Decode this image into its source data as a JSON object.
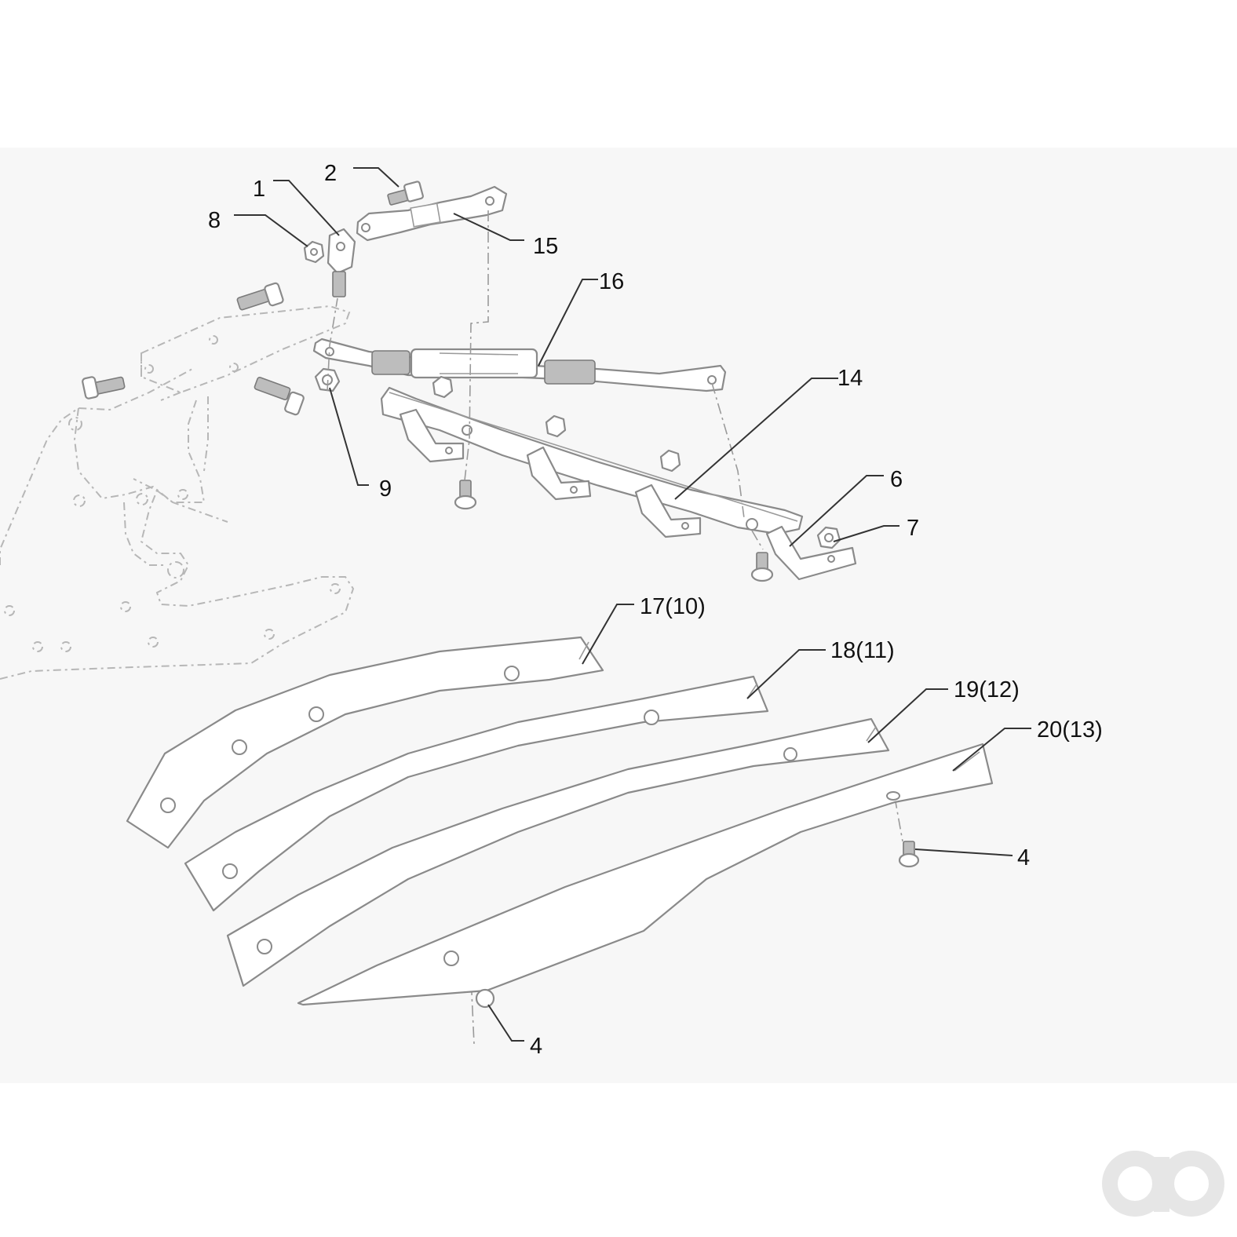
{
  "diagram": {
    "callouts": [
      {
        "id": "c1",
        "label": "1"
      },
      {
        "id": "c2",
        "label": "2"
      },
      {
        "id": "c8",
        "label": "8"
      },
      {
        "id": "c15",
        "label": "15"
      },
      {
        "id": "c16",
        "label": "16"
      },
      {
        "id": "c14",
        "label": "14"
      },
      {
        "id": "c9",
        "label": "9"
      },
      {
        "id": "c6",
        "label": "6"
      },
      {
        "id": "c7",
        "label": "7"
      },
      {
        "id": "c17",
        "label": "17(10)"
      },
      {
        "id": "c18",
        "label": "18(11)"
      },
      {
        "id": "c19",
        "label": "19(12)"
      },
      {
        "id": "c20",
        "label": "20(13)"
      },
      {
        "id": "c4a",
        "label": "4"
      },
      {
        "id": "c4b",
        "label": "4"
      }
    ],
    "colors": {
      "background": "#ffffff",
      "panel": "#f7f7f7",
      "line": "#8a8a8a",
      "label": "#111111",
      "logo": "#e6e6e6"
    }
  },
  "logo": {
    "icon": "ao-logo-icon"
  }
}
